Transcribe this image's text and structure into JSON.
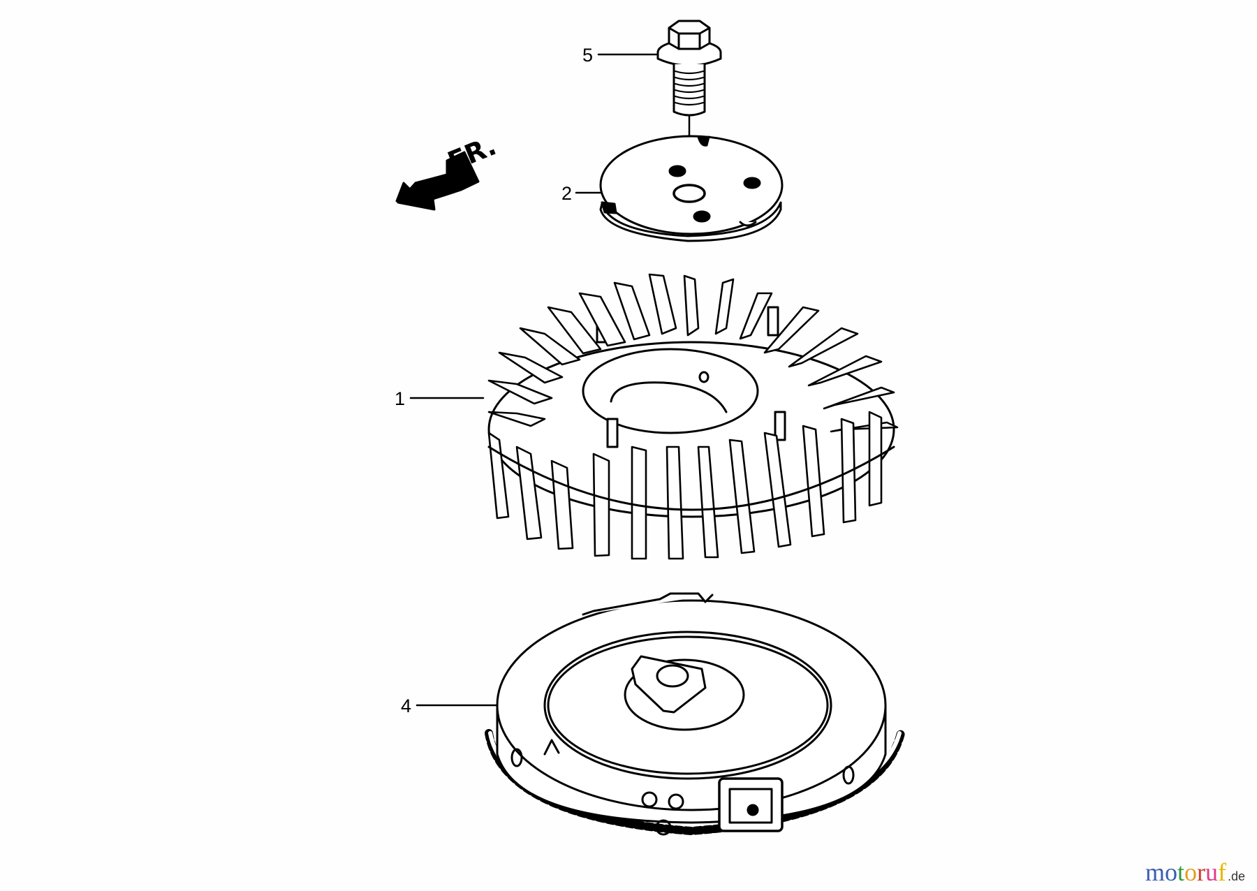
{
  "diagram": {
    "type": "exploded-parts-view",
    "subject": "Engine flywheel and cooling fan assembly",
    "direction_indicator": {
      "text": "FR.",
      "icon": "arrow-front-icon"
    },
    "callouts": [
      {
        "id": "5",
        "label": "5",
        "part": "flange bolt"
      },
      {
        "id": "2",
        "label": "2",
        "part": "fan plate / washer"
      },
      {
        "id": "1",
        "label": "1",
        "part": "cooling fan"
      },
      {
        "id": "4",
        "label": "4",
        "part": "flywheel with ring gear"
      }
    ]
  },
  "watermark": {
    "letters": [
      "m",
      "o",
      "t",
      "o",
      "r",
      "u",
      "f"
    ],
    "colors": [
      "#3b5cb0",
      "#3b5cb0",
      "#2e9a3e",
      "#e0a020",
      "#d03a2a",
      "#e23a8a",
      "#e6b800"
    ],
    "tld": ".de",
    "full_text": "motoruf.de"
  },
  "colors": {
    "line": "#000000",
    "background": "#fdfefd"
  }
}
